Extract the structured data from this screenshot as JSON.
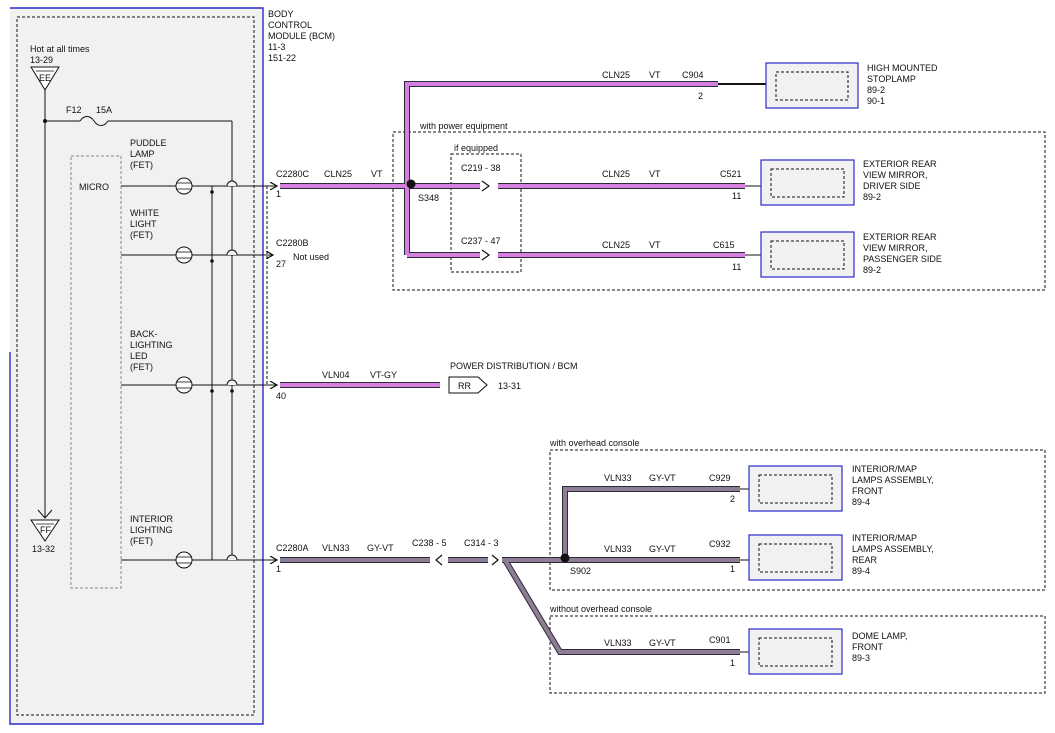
{
  "colors": {
    "wire_violet": "#d77fe1",
    "wire_gray_violet": "#8f7c95",
    "wire_outline": "#2b2b3a",
    "module_border": "#2a2cc8",
    "module_fill": "#f1f1f1"
  },
  "bcm": {
    "title_line1": "BODY",
    "title_line2": "CONTROL",
    "title_line3": "MODULE (BCM)",
    "ref1": "11-3",
    "ref2": "151-22",
    "hot_label": "Hot at all times",
    "hot_ref": "13-29",
    "hot_connector": "EE",
    "fuse_id": "F12",
    "fuse_rating": "15A",
    "ground_connector": "FF",
    "ground_ref": "13-32",
    "micro_label": "MICRO",
    "puddle_line1": "PUDDLE",
    "puddle_line2": "LAMP",
    "puddle_line3": "(FET)",
    "white_line1": "WHITE",
    "white_line2": "LIGHT",
    "white_line3": "(FET)",
    "back_line1": "BACK-",
    "back_line2": "LIGHTING",
    "back_line3": "LED",
    "back_line4": "(FET)",
    "interior_line1": "INTERIOR",
    "interior_line2": "LIGHTING",
    "interior_line3": "(FET)"
  },
  "connectors": {
    "c2280c": {
      "name": "C2280C",
      "pin": "1",
      "circuit": "CLN25",
      "color": "VT"
    },
    "c2280b": {
      "name": "C2280B",
      "pin": "27",
      "note": "Not used"
    },
    "pin40": {
      "pin": "40",
      "circuit": "VLN04",
      "color": "VT-GY"
    },
    "c2280a": {
      "name": "C2280A",
      "pin": "1",
      "circuit": "VLN33",
      "color": "GY-VT"
    },
    "c238": "C238 - 5",
    "c314": "C314 - 3",
    "c219": "C219 - 38",
    "c237": "C237 - 47",
    "s348": "S348",
    "s902": "S902"
  },
  "power_distribution": {
    "label": "POWER DISTRIBUTION / BCM",
    "connector": "RR",
    "ref": "13-31"
  },
  "groups": {
    "power_equipment": "with power equipment",
    "if_equipped": "if equipped",
    "overhead_console": "with overhead console",
    "without_overhead_console": "without overhead console"
  },
  "components": {
    "stoplamp": {
      "circuit": "CLN25",
      "color": "VT",
      "connector": "C904",
      "pin": "2",
      "line1": "HIGH MOUNTED",
      "line2": "STOPLAMP",
      "ref1": "89-2",
      "ref2": "90-1"
    },
    "mirror_driver": {
      "circuit": "CLN25",
      "color": "VT",
      "connector": "C521",
      "pin": "11",
      "line1": "EXTERIOR REAR",
      "line2": "VIEW MIRROR,",
      "line3": "DRIVER SIDE",
      "ref1": "89-2"
    },
    "mirror_passenger": {
      "circuit": "CLN25",
      "color": "VT",
      "connector": "C615",
      "pin": "11",
      "line1": "EXTERIOR REAR",
      "line2": "VIEW MIRROR,",
      "line3": "PASSENGER SIDE",
      "ref1": "89-2"
    },
    "map_front": {
      "circuit": "VLN33",
      "color": "GY-VT",
      "connector": "C929",
      "pin": "2",
      "line1": "INTERIOR/MAP",
      "line2": "LAMPS ASSEMBLY,",
      "line3": "FRONT",
      "ref1": "89-4"
    },
    "map_rear": {
      "circuit": "VLN33",
      "color": "GY-VT",
      "connector": "C932",
      "pin": "1",
      "line1": "INTERIOR/MAP",
      "line2": "LAMPS ASSEMBLY,",
      "line3": "REAR",
      "ref1": "89-4"
    },
    "dome": {
      "circuit": "VLN33",
      "color": "GY-VT",
      "connector": "C901",
      "pin": "1",
      "line1": "DOME LAMP,",
      "line2": "FRONT",
      "ref1": "89-3"
    }
  }
}
